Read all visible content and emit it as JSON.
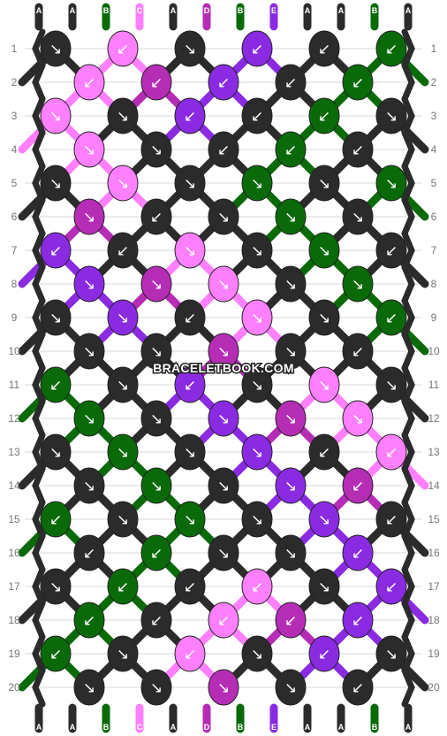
{
  "watermark": "BRACELETBOOK.COM",
  "colors": {
    "A": "#2b2b2b",
    "B": "#0a6a0a",
    "C": "#ff80ff",
    "D": "#b52db5",
    "E": "#8a2be2"
  },
  "strands_top": [
    "A",
    "A",
    "B",
    "C",
    "A",
    "D",
    "B",
    "E",
    "A",
    "A",
    "B",
    "A"
  ],
  "strands_bottom": [
    "A",
    "A",
    "B",
    "C",
    "A",
    "D",
    "B",
    "E",
    "A",
    "A",
    "B",
    "A"
  ],
  "row_numbers": [
    "1",
    "2",
    "3",
    "4",
    "5",
    "6",
    "7",
    "8",
    "9",
    "10",
    "11",
    "12",
    "13",
    "14",
    "15",
    "16",
    "17",
    "18",
    "19",
    "20"
  ],
  "rows": [
    {
      "row": "1",
      "knots": [
        {
          "c": "A",
          "d": "↘"
        },
        {
          "c": "C",
          "d": "↙"
        },
        {
          "c": "A",
          "d": "↘"
        },
        {
          "c": "E",
          "d": "↙"
        },
        {
          "c": "A",
          "d": "↙"
        },
        {
          "c": "B",
          "d": "↙"
        }
      ]
    },
    {
      "row": "2",
      "knots": [
        {
          "c": "C",
          "d": "↙"
        },
        {
          "c": "D",
          "d": "↙"
        },
        {
          "c": "E",
          "d": "↙"
        },
        {
          "c": "A",
          "d": "↙"
        },
        {
          "c": "B",
          "d": "↙"
        }
      ]
    },
    {
      "row": "3",
      "knots": [
        {
          "c": "C",
          "d": "↘"
        },
        {
          "c": "A",
          "d": "↘"
        },
        {
          "c": "E",
          "d": "↙"
        },
        {
          "c": "A",
          "d": "↙"
        },
        {
          "c": "B",
          "d": "↙"
        },
        {
          "c": "A",
          "d": "↘"
        }
      ]
    },
    {
      "row": "4",
      "knots": [
        {
          "c": "C",
          "d": "↘"
        },
        {
          "c": "A",
          "d": "↘"
        },
        {
          "c": "A",
          "d": "↙"
        },
        {
          "c": "B",
          "d": "↙"
        },
        {
          "c": "A",
          "d": "↙"
        }
      ]
    },
    {
      "row": "5",
      "knots": [
        {
          "c": "A",
          "d": "↘"
        },
        {
          "c": "C",
          "d": "↘"
        },
        {
          "c": "A",
          "d": "↘"
        },
        {
          "c": "B",
          "d": "↘"
        },
        {
          "c": "A",
          "d": "↘"
        },
        {
          "c": "B",
          "d": "↘"
        }
      ]
    },
    {
      "row": "6",
      "knots": [
        {
          "c": "D",
          "d": "↘"
        },
        {
          "c": "A",
          "d": "↙"
        },
        {
          "c": "A",
          "d": "↘"
        },
        {
          "c": "B",
          "d": "↘"
        },
        {
          "c": "A",
          "d": "↘"
        }
      ]
    },
    {
      "row": "7",
      "knots": [
        {
          "c": "E",
          "d": "↙"
        },
        {
          "c": "A",
          "d": "↙"
        },
        {
          "c": "C",
          "d": "↘"
        },
        {
          "c": "A",
          "d": "↘"
        },
        {
          "c": "B",
          "d": "↘"
        },
        {
          "c": "A",
          "d": "↙"
        }
      ]
    },
    {
      "row": "8",
      "knots": [
        {
          "c": "E",
          "d": "↘"
        },
        {
          "c": "D",
          "d": "↘"
        },
        {
          "c": "C",
          "d": "↘"
        },
        {
          "c": "A",
          "d": "↘"
        },
        {
          "c": "B",
          "d": "↘"
        }
      ]
    },
    {
      "row": "9",
      "knots": [
        {
          "c": "A",
          "d": "↘"
        },
        {
          "c": "E",
          "d": "↘"
        },
        {
          "c": "A",
          "d": "↙"
        },
        {
          "c": "C",
          "d": "↘"
        },
        {
          "c": "A",
          "d": "↘"
        },
        {
          "c": "B",
          "d": "↙"
        }
      ]
    },
    {
      "row": "10",
      "knots": [
        {
          "c": "A",
          "d": "↘"
        },
        {
          "c": "A",
          "d": "↘"
        },
        {
          "c": "D",
          "d": "↘"
        },
        {
          "c": "A",
          "d": "↘"
        },
        {
          "c": "A",
          "d": "↙"
        }
      ]
    },
    {
      "row": "11",
      "knots": [
        {
          "c": "B",
          "d": "↙"
        },
        {
          "c": "A",
          "d": "↘"
        },
        {
          "c": "E",
          "d": "↙"
        },
        {
          "c": "A",
          "d": "↘"
        },
        {
          "c": "C",
          "d": "↘"
        },
        {
          "c": "A",
          "d": "↘"
        }
      ]
    },
    {
      "row": "12",
      "knots": [
        {
          "c": "B",
          "d": "↘"
        },
        {
          "c": "A",
          "d": "↘"
        },
        {
          "c": "E",
          "d": "↘"
        },
        {
          "c": "D",
          "d": "↘"
        },
        {
          "c": "C",
          "d": "↘"
        }
      ]
    },
    {
      "row": "13",
      "knots": [
        {
          "c": "A",
          "d": "↘"
        },
        {
          "c": "B",
          "d": "↘"
        },
        {
          "c": "A",
          "d": "↘"
        },
        {
          "c": "E",
          "d": "↘"
        },
        {
          "c": "A",
          "d": "↙"
        },
        {
          "c": "C",
          "d": "↙"
        }
      ]
    },
    {
      "row": "14",
      "knots": [
        {
          "c": "A",
          "d": "↘"
        },
        {
          "c": "B",
          "d": "↘"
        },
        {
          "c": "A",
          "d": "↘"
        },
        {
          "c": "E",
          "d": "↘"
        },
        {
          "c": "D",
          "d": "↙"
        }
      ]
    },
    {
      "row": "15",
      "knots": [
        {
          "c": "B",
          "d": "↙"
        },
        {
          "c": "A",
          "d": "↘"
        },
        {
          "c": "B",
          "d": "↘"
        },
        {
          "c": "A",
          "d": "↘"
        },
        {
          "c": "E",
          "d": "↘"
        },
        {
          "c": "A",
          "d": "↙"
        }
      ]
    },
    {
      "row": "16",
      "knots": [
        {
          "c": "A",
          "d": "↙"
        },
        {
          "c": "B",
          "d": "↙"
        },
        {
          "c": "A",
          "d": "↘"
        },
        {
          "c": "A",
          "d": "↘"
        },
        {
          "c": "E",
          "d": "↙"
        }
      ]
    },
    {
      "row": "17",
      "knots": [
        {
          "c": "A",
          "d": "↘"
        },
        {
          "c": "B",
          "d": "↙"
        },
        {
          "c": "A",
          "d": "↙"
        },
        {
          "c": "C",
          "d": "↙"
        },
        {
          "c": "A",
          "d": "↘"
        },
        {
          "c": "E",
          "d": "↙"
        }
      ]
    },
    {
      "row": "18",
      "knots": [
        {
          "c": "B",
          "d": "↙"
        },
        {
          "c": "A",
          "d": "↙"
        },
        {
          "c": "C",
          "d": "↙"
        },
        {
          "c": "D",
          "d": "↙"
        },
        {
          "c": "E",
          "d": "↙"
        }
      ]
    },
    {
      "row": "19",
      "knots": [
        {
          "c": "B",
          "d": "↙"
        },
        {
          "c": "A",
          "d": "↘"
        },
        {
          "c": "C",
          "d": "↙"
        },
        {
          "c": "A",
          "d": "↘"
        },
        {
          "c": "E",
          "d": "↙"
        },
        {
          "c": "A",
          "d": "↘"
        }
      ]
    },
    {
      "row": "20",
      "knots": [
        {
          "c": "A",
          "d": "↘"
        },
        {
          "c": "A",
          "d": "↘"
        },
        {
          "c": "D",
          "d": "↘"
        },
        {
          "c": "A",
          "d": "↘"
        },
        {
          "c": "A",
          "d": "↙"
        }
      ]
    }
  ]
}
